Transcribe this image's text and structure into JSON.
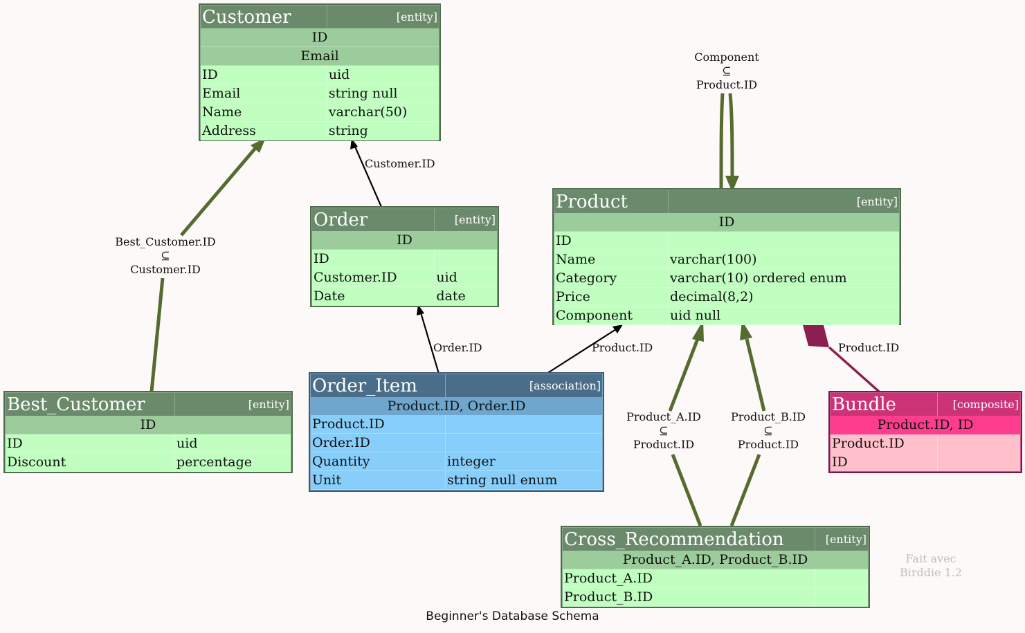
{
  "diagram": {
    "caption": "Beginner's Database Schema",
    "watermark": [
      "Fait avec",
      "Birddie 1.2"
    ],
    "colors": {
      "background": "#fdf9f8",
      "entity_header": "#6b8a6b",
      "entity_key": "#9ccc9c",
      "entity_row": "#c0ffc0",
      "association_header": "#4a6e8a",
      "association_key": "#6ea6cd",
      "association_row": "#87cefa",
      "composite_header": "#cc3377",
      "composite_key": "#ff3d8e",
      "composite_row": "#ffc0cb",
      "inclusion_edge": "#556b2f",
      "composite_edge": "#8b1f52",
      "fk_edge": "#000000"
    },
    "tables": {
      "customer": {
        "name": "Customer",
        "type": "[entity]",
        "keys": [
          "ID",
          "Email"
        ],
        "rows": [
          [
            "ID",
            "uid"
          ],
          [
            "Email",
            "string null"
          ],
          [
            "Name",
            "varchar(50)"
          ],
          [
            "Address",
            "string"
          ]
        ]
      },
      "order": {
        "name": "Order",
        "type": "[entity]",
        "keys": [
          "ID"
        ],
        "rows": [
          [
            "ID",
            ""
          ],
          [
            "Customer.ID",
            "uid"
          ],
          [
            "Date",
            "date"
          ]
        ]
      },
      "product": {
        "name": "Product",
        "type": "[entity]",
        "keys": [
          "ID"
        ],
        "rows": [
          [
            "ID",
            ""
          ],
          [
            "Name",
            "varchar(100)"
          ],
          [
            "Category",
            "varchar(10) ordered enum"
          ],
          [
            "Price",
            "decimal(8,2)"
          ],
          [
            "Component",
            "uid null"
          ]
        ]
      },
      "best_customer": {
        "name": "Best_Customer",
        "type": "[entity]",
        "keys": [
          "ID"
        ],
        "rows": [
          [
            "ID",
            "uid"
          ],
          [
            "Discount",
            "percentage"
          ]
        ]
      },
      "order_item": {
        "name": "Order_Item",
        "type": "[association]",
        "keys": [
          "Product.ID, Order.ID"
        ],
        "rows": [
          [
            "Product.ID",
            ""
          ],
          [
            "Order.ID",
            ""
          ],
          [
            "Quantity",
            "integer"
          ],
          [
            "Unit",
            "string null enum"
          ]
        ]
      },
      "bundle": {
        "name": "Bundle",
        "type": "[composite]",
        "keys": [
          "Product.ID, ID"
        ],
        "rows": [
          [
            "Product.ID",
            ""
          ],
          [
            "ID",
            ""
          ]
        ]
      },
      "cross_recommendation": {
        "name": "Cross_Recommendation",
        "type": "[entity]",
        "keys": [
          "Product_A.ID, Product_B.ID"
        ],
        "rows": [
          [
            "Product_A.ID",
            ""
          ],
          [
            "Product_B.ID",
            ""
          ]
        ]
      }
    },
    "edges": {
      "best_customer_inclusion": [
        "Best_Customer.ID",
        "⊆",
        "Customer.ID"
      ],
      "order_customer_fk": "Customer.ID",
      "order_item_order_fk": "Order.ID",
      "order_item_product_fk": "Product.ID",
      "component_inclusion": [
        "Component",
        "⊆",
        "Product.ID"
      ],
      "product_a_inclusion": [
        "Product_A.ID",
        "⊆",
        "Product.ID"
      ],
      "product_b_inclusion": [
        "Product_B.ID",
        "⊆",
        "Product.ID"
      ],
      "bundle_product": "Product.ID"
    }
  }
}
